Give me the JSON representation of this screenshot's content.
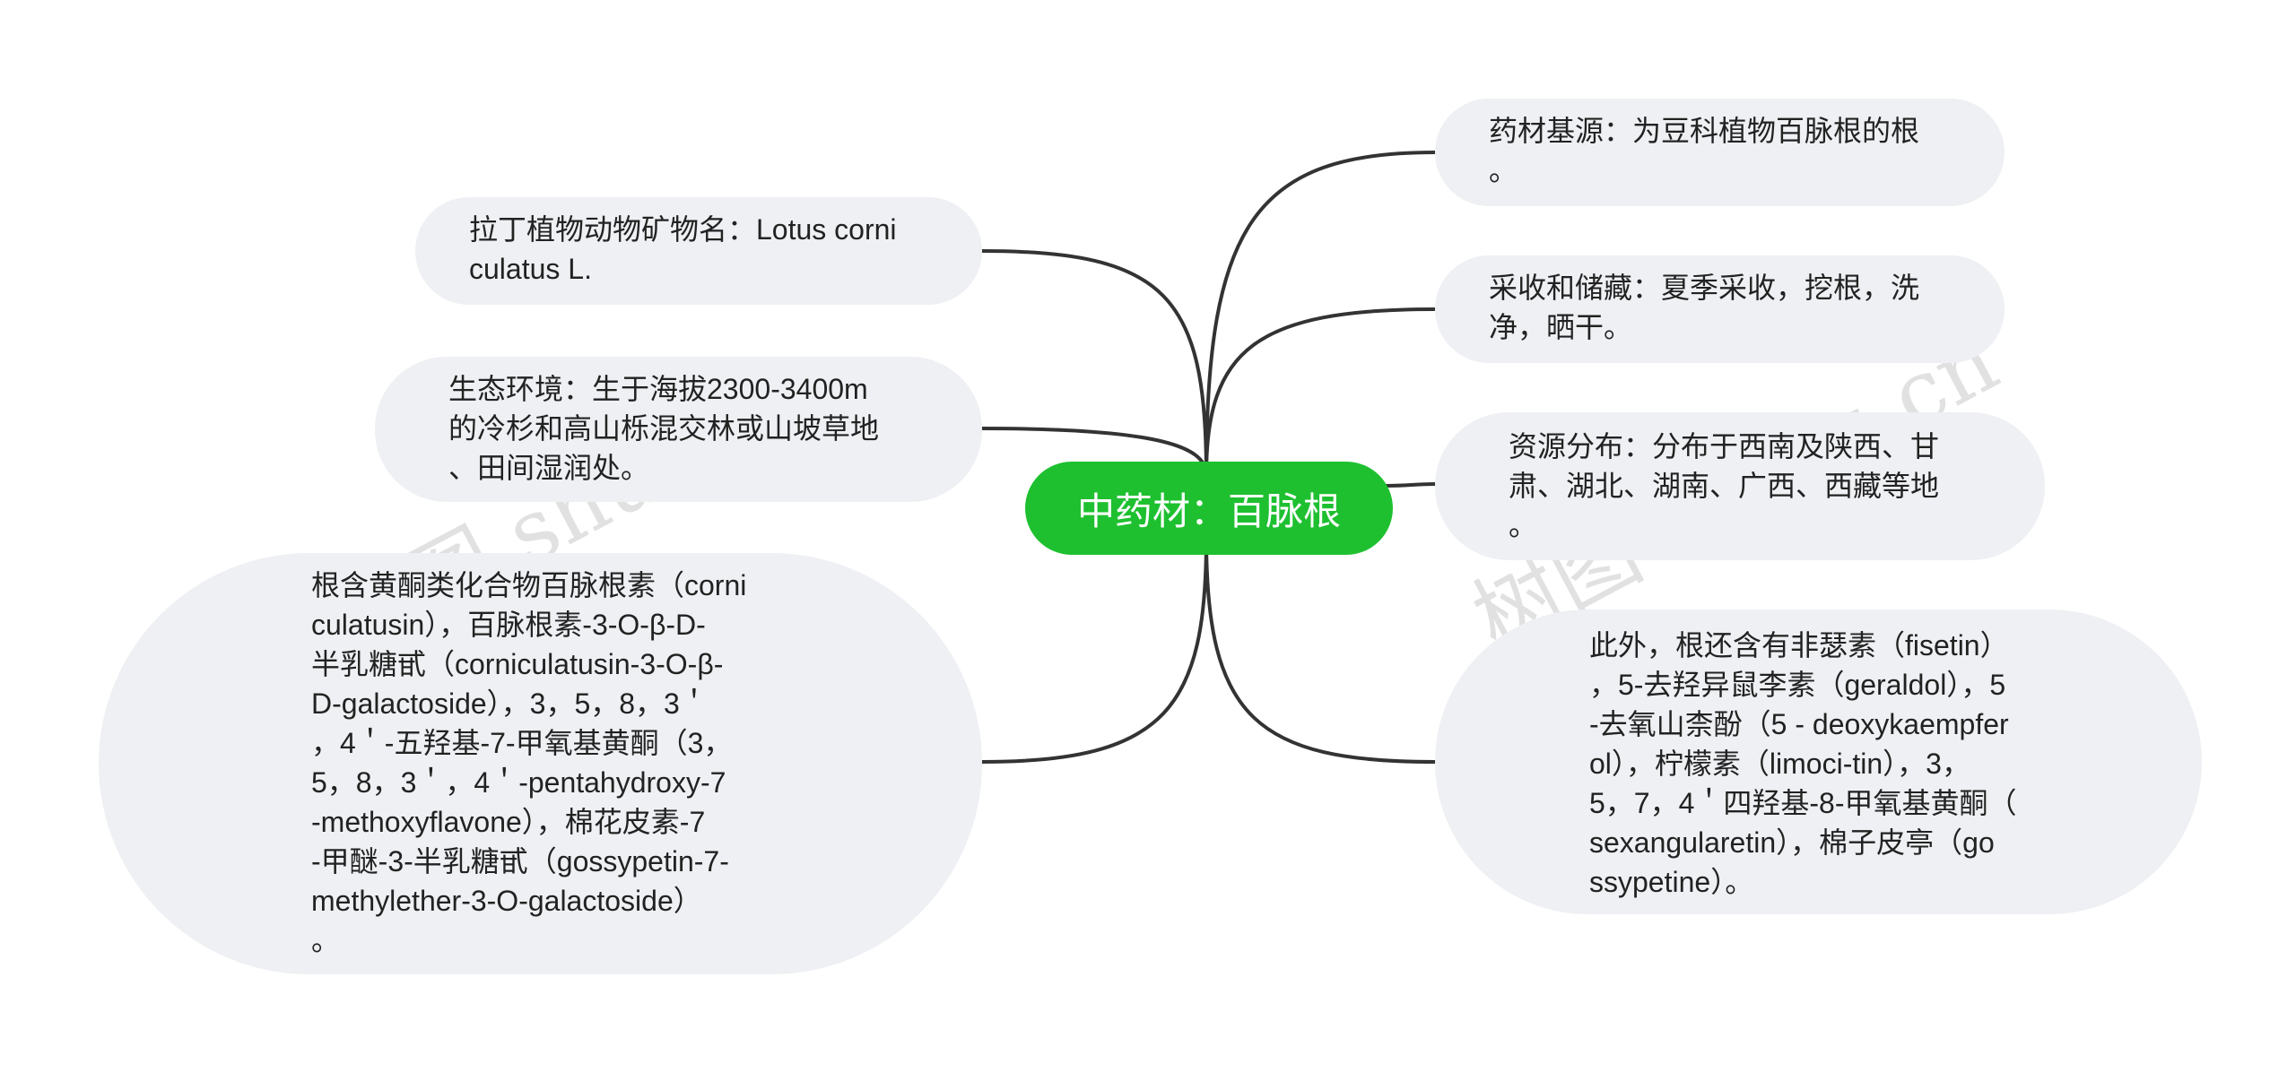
{
  "center": {
    "label": "中药材：百脉根",
    "color": "#1ec030"
  },
  "nodes": {
    "latin_name": "拉丁植物动物矿物名：Lotus corni\nculatus L.",
    "habitat": "生态环境：生于海拔2300-3400m\n的冷杉和高山栎混交林或山坡草地\n、田间湿润处。",
    "constituents": "根含黄酮类化合物百脉根素（corni\nculatusin），百脉根素-3-O-β-D-\n半乳糖甙（corniculatusin-3-O-β-\nD-galactoside），3，5，8，3＇\n，4＇-五羟基-7-甲氧基黄酮（3，\n5，8，3＇，4＇-pentahydroxy-7\n-methoxyflavone），棉花皮素-7\n-甲醚-3-半乳糖甙（gossypetin-7-\nmethylether-3-O-galactoside）\n。",
    "source": "药材基源：为豆科植物百脉根的根\n。",
    "harvest": "采收和储藏：夏季采收，挖根，洗\n净，晒干。",
    "distribution": "资源分布：分布于西南及陕西、甘\n肃、湖北、湖南、广西、西藏等地\n。",
    "other": "此外，根还含有非瑟素（fisetin）\n，5-去羟异鼠李素（geraldol），5\n-去氧山柰酚（5 - deoxykaempfer\nol），柠檬素（limoci-tin），3，\n5，7，4＇四羟基-8-甲氧基黄酮（\nsexangularetin），棉子皮亭（go\nssypetine）。"
  },
  "watermarks": [
    "树图 shutu.cn",
    "树图 shutu.cn"
  ],
  "colors": {
    "node_bg": "#eef0f3",
    "link": "#333333",
    "text": "#222222"
  }
}
